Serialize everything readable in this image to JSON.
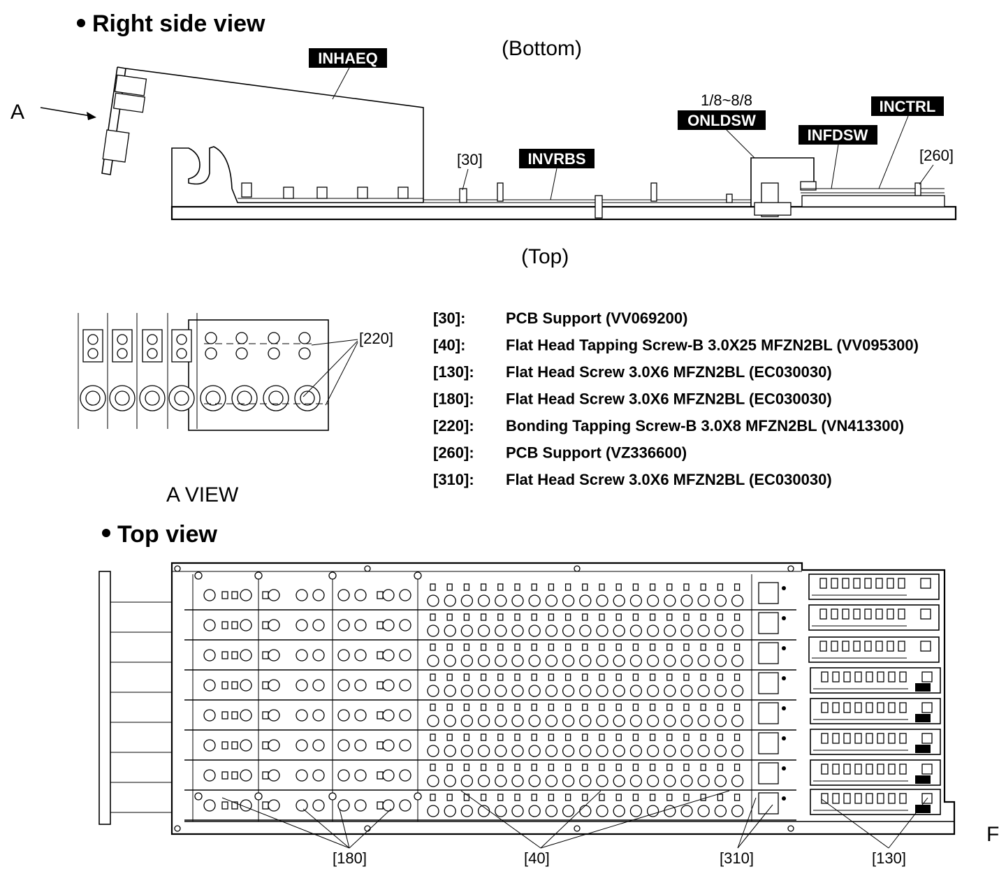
{
  "headings": {
    "right_side_view": "Right side view",
    "top_view": "Top view",
    "bottom": "(Bottom)",
    "top": "(Top)",
    "a_view": "A VIEW",
    "arrow_a": "A",
    "edge_mark": "F"
  },
  "board_tags": {
    "inhaeq": "INHAEQ",
    "invrbs": "INVRBS",
    "onldsw": "ONLDSW",
    "infdsw": "INFDSW",
    "inctrl": "INCTRL",
    "onldsw_range": "1/8~8/8"
  },
  "callouts": {
    "c30": "[30]",
    "c260": "[260]",
    "c220": "[220]",
    "c180": "[180]",
    "c40": "[40]",
    "c310": "[310]",
    "c130": "[130]"
  },
  "legend": [
    {
      "key": "[30]:",
      "desc": "PCB Support (VV069200)"
    },
    {
      "key": "[40]:",
      "desc": "Flat Head Tapping Screw-B 3.0X25  MFZN2BL (VV095300)"
    },
    {
      "key": "[130]:",
      "desc": "Flat Head Screw 3.0X6   MFZN2BL (EC030030)"
    },
    {
      "key": "[180]:",
      "desc": "Flat Head Screw 3.0X6  MFZN2BL (EC030030)"
    },
    {
      "key": "[220]:",
      "desc": "Bonding Tapping Screw-B 3.0X8  MFZN2BL (VN413300)"
    },
    {
      "key": "[260]:",
      "desc": "PCB Support (VZ336600)"
    },
    {
      "key": "[310]:",
      "desc": "Flat Head Screw 3.0X6   MFZN2BL (EC030030)"
    }
  ]
}
